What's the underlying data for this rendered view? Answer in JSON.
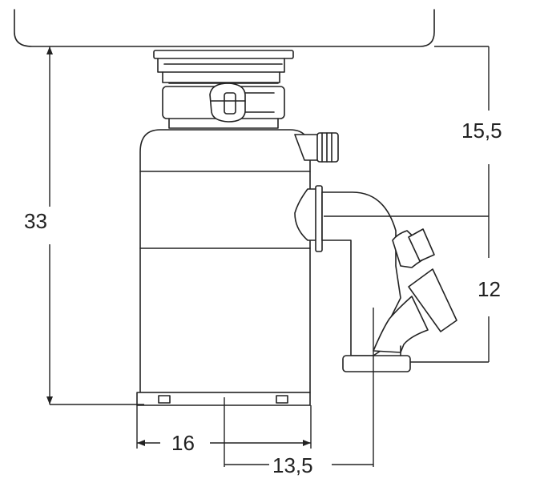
{
  "dimensions": {
    "total_height": "33",
    "inlet_to_outlet": "15,5",
    "outlet_to_trap": "12",
    "unit_width": "16",
    "center_to_trap": "13,5"
  },
  "colors": {
    "line": "#222222",
    "background": "#ffffff"
  }
}
